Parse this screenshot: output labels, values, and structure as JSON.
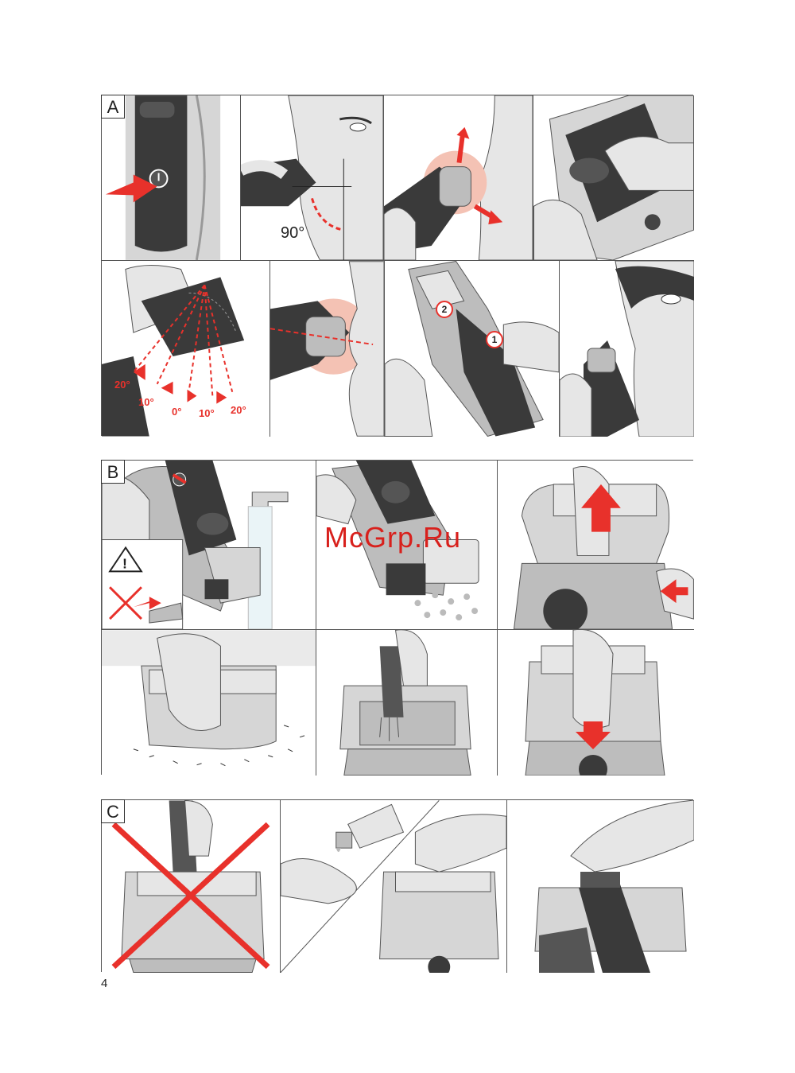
{
  "sections": {
    "a": {
      "label": "A"
    },
    "b": {
      "label": "B"
    },
    "c": {
      "label": "C"
    }
  },
  "annotations": {
    "angle_90": "90°",
    "angle_20_left": "20°",
    "angle_10_left": "10°",
    "angle_0": "0°",
    "angle_10_right": "10°",
    "angle_20_right": "20°",
    "step_1": "1",
    "step_2": "2"
  },
  "warning_icon": "warning-triangle-icon",
  "watermark": "McGrp.Ru",
  "page_number": "4",
  "colors": {
    "accent_red": "#e8312b",
    "shaver_dark": "#3a3a3a",
    "shaver_grey": "#bdbdbd",
    "skin": "#e6e6e6",
    "line": "#555555"
  }
}
